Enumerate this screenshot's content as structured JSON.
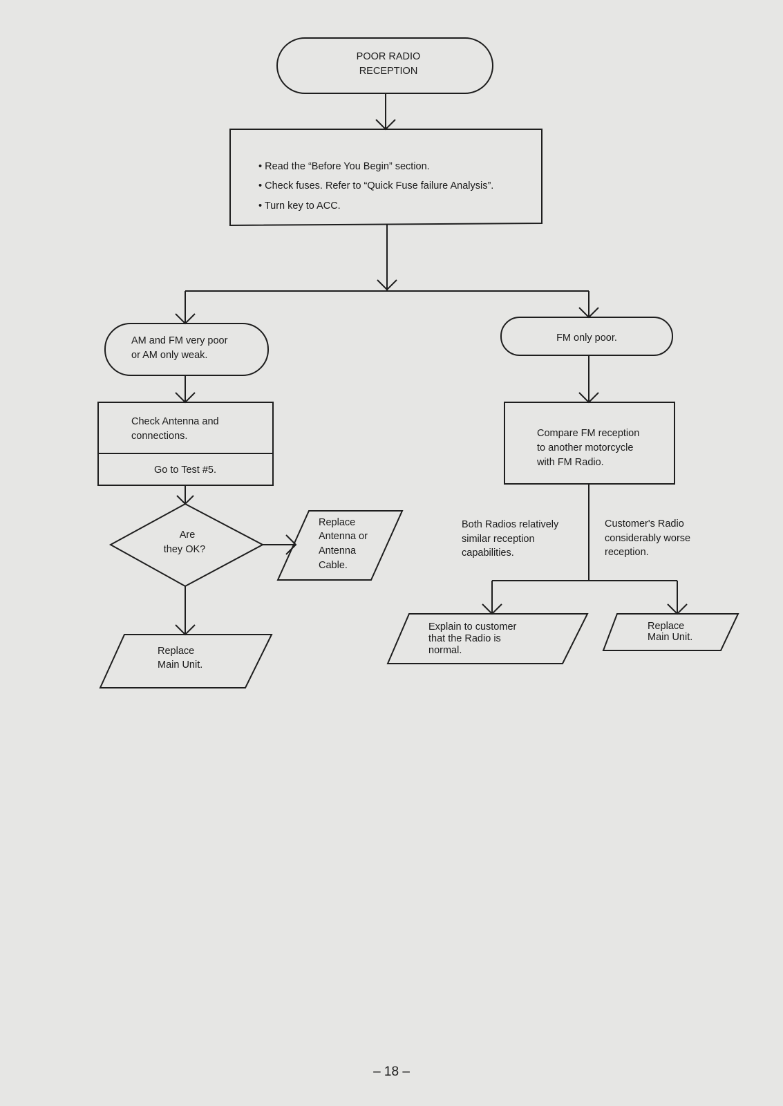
{
  "start": {
    "lines": [
      "POOR RADIO",
      "RECEPTION"
    ]
  },
  "preliminary": {
    "steps": [
      "• Read the “Before You Begin” section.",
      "• Check fuses.  Refer to “Quick Fuse failure Analysis”.",
      "• Turn key to ACC."
    ]
  },
  "branch_am": {
    "lines": [
      "AM and FM very poor",
      "or AM only weak."
    ]
  },
  "branch_fm": {
    "lines": [
      "FM only poor."
    ]
  },
  "check_antenna": {
    "lines": [
      "Check Antenna and",
      "connections."
    ],
    "test": "Go to Test  #5."
  },
  "decision_ok": {
    "lines": [
      "Are",
      "they OK?"
    ]
  },
  "replace_antenna": {
    "lines": [
      "Replace",
      "Antenna or",
      "Antenna",
      "Cable."
    ]
  },
  "replace_main_left": {
    "lines": [
      "Replace",
      "Main Unit."
    ]
  },
  "compare_fm": {
    "lines": [
      "Compare FM reception",
      "to another motorcycle",
      "with FM Radio."
    ]
  },
  "label_similar": {
    "lines": [
      "Both Radios relatively",
      "similar reception",
      "capabilities."
    ]
  },
  "label_worse": {
    "lines": [
      "Customer's Radio",
      "considerably worse",
      "reception."
    ]
  },
  "explain_normal": {
    "lines": [
      "Explain to customer",
      "that the Radio is",
      "normal."
    ]
  },
  "replace_main_right": {
    "lines": [
      "Replace",
      "Main Unit."
    ]
  },
  "page_number": "– 18 –"
}
